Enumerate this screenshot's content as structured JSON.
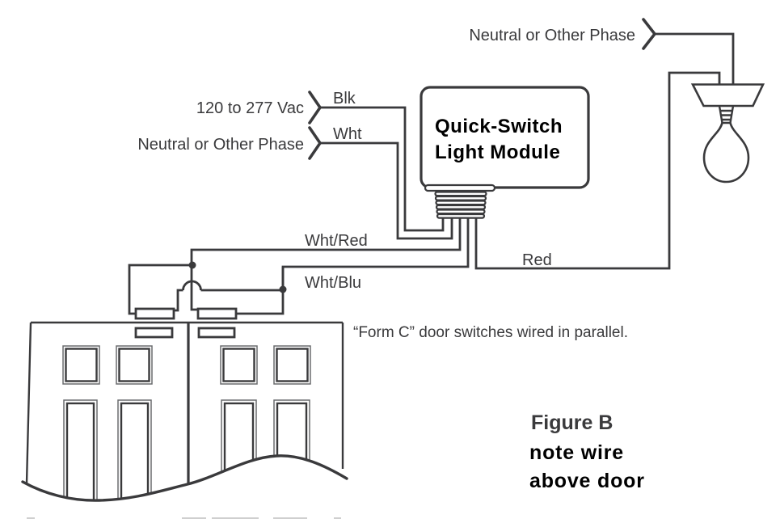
{
  "diagram": {
    "module": {
      "title_line1": "Quick-Switch",
      "title_line2": "Light Module"
    },
    "labels": {
      "top_neutral": "Neutral or Other Phase",
      "vac": "120 to 277 Vac",
      "left_neutral": "Neutral or Other Phase",
      "wire_blk": "Blk",
      "wire_wht": "Wht",
      "wire_wht_red": "Wht/Red",
      "wire_wht_blu": "Wht/Blu",
      "wire_red": "Red",
      "switch_note": "“Form C” door switches wired in parallel."
    },
    "caption": {
      "figure": "Figure B",
      "note_line1": "note wire",
      "note_line2": "above door"
    },
    "colors": {
      "line": "#3a3a3c",
      "text": "#3a3a3c",
      "emphasis": "#000000"
    }
  }
}
